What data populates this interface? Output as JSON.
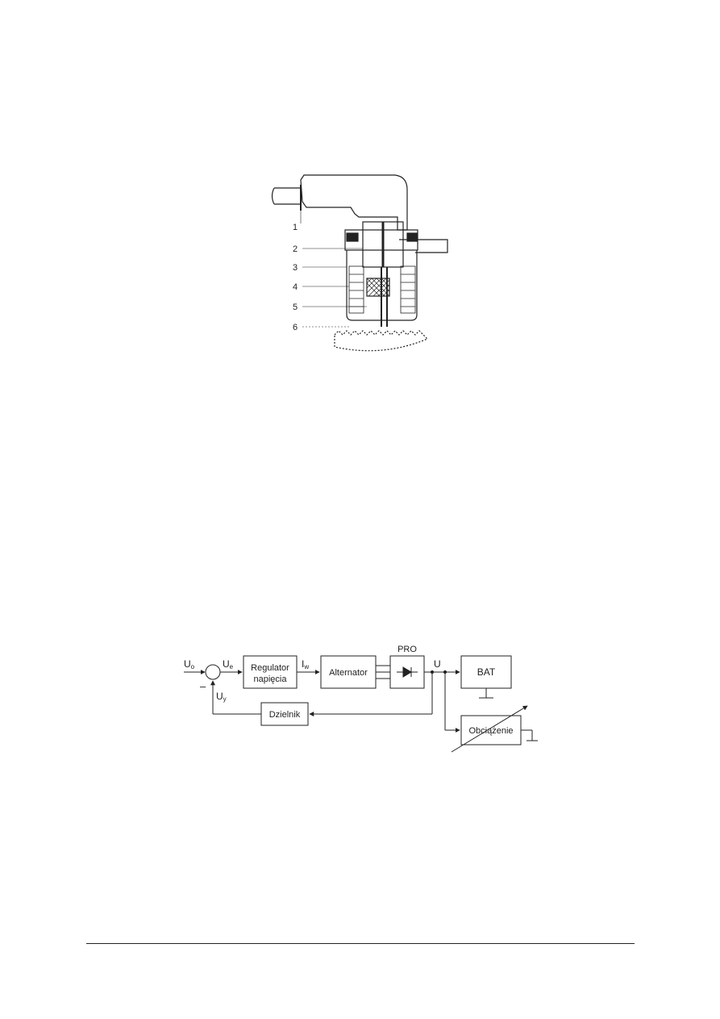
{
  "sensor_figure": {
    "callouts": [
      "1",
      "2",
      "3",
      "4",
      "5",
      "6"
    ]
  },
  "block_diagram": {
    "inputs": {
      "u0": "U",
      "u0_sub": "o",
      "ue": "U",
      "ue_sub": "e",
      "uy": "U",
      "uy_sub": "y",
      "minus": "–",
      "iw": "I",
      "iw_sub": "w",
      "u_out": "U"
    },
    "blocks": {
      "regulator_line1": "Regulator",
      "regulator_line2": "napięcia",
      "alternator": "Alternator",
      "rectifier_label": "PRO",
      "battery": "BAT",
      "load": "Obciążenie",
      "divider": "Dzielnik"
    }
  }
}
